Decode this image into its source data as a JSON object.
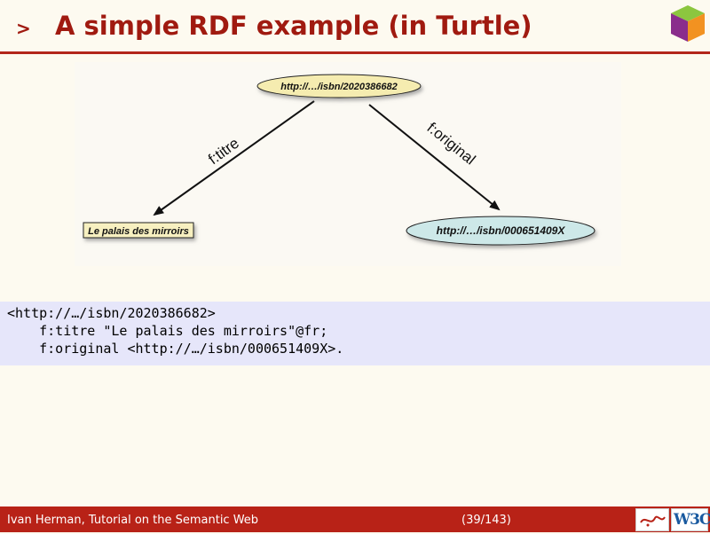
{
  "header": {
    "bullet": ">",
    "title": "A simple RDF example (in Turtle)"
  },
  "diagram": {
    "subject_node": "http://…/isbn/2020386682",
    "literal_node": "Le palais des mirroirs",
    "object_node": "http://…/isbn/000651409X",
    "edge_left": "f:titre",
    "edge_right": "f:original"
  },
  "code": {
    "line1": "<http://…/isbn/2020386682>",
    "line2": "    f:titre \"Le palais des mirroirs\"@fr;",
    "line3": "    f:original <http://…/isbn/000651409X>."
  },
  "footer": {
    "author": "Ivan Herman, Tutorial on the Semantic Web",
    "page": "(39/143)",
    "w3c_logo": "W3C"
  },
  "colors": {
    "accent": "#a01a10",
    "footer_bg": "#b82217",
    "code_bg": "#e6e6fa",
    "subject_fill": "#f5ecb0",
    "object_fill": "#cde8e8",
    "literal_fill": "#f7f0c0"
  }
}
